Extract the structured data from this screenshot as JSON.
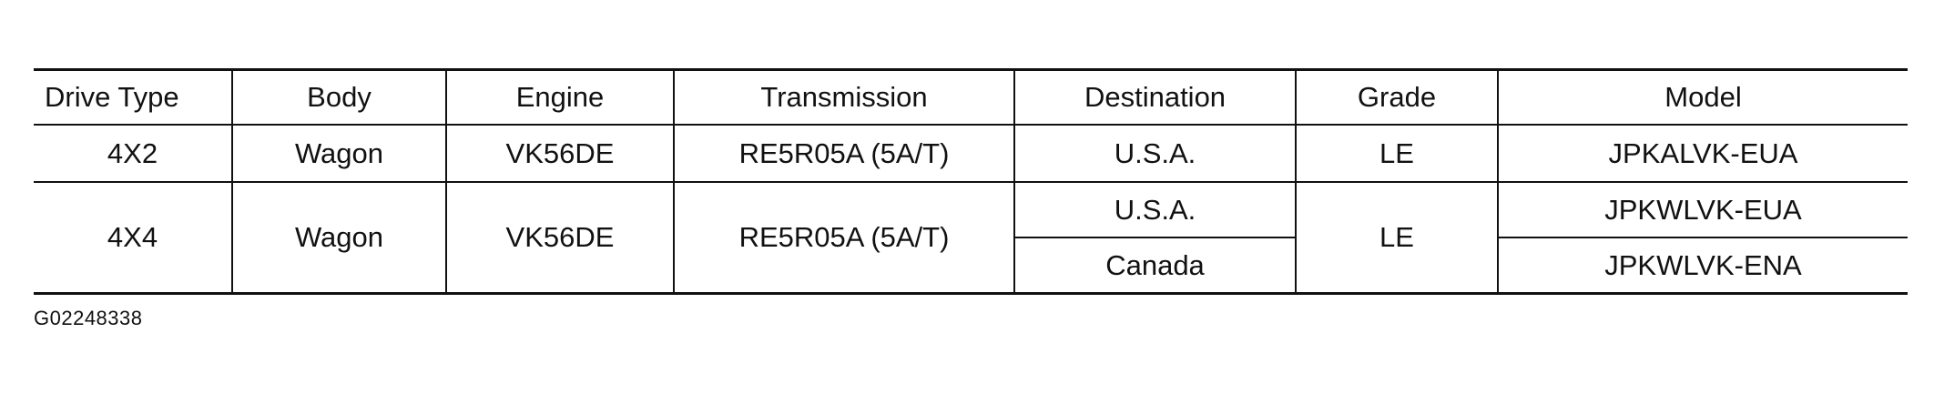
{
  "table": {
    "headers": [
      "Drive Type",
      "Body",
      "Engine",
      "Transmission",
      "Destination",
      "Grade",
      "Model"
    ],
    "rows": [
      {
        "drive_type": "4X2",
        "body": "Wagon",
        "engine": "VK56DE",
        "transmission": "RE5R05A (5A/T)",
        "variants": [
          {
            "destination": "U.S.A.",
            "model": "JPKALVK-EUA"
          }
        ],
        "grade": "LE"
      },
      {
        "drive_type": "4X4",
        "body": "Wagon",
        "engine": "VK56DE",
        "transmission": "RE5R05A (5A/T)",
        "variants": [
          {
            "destination": "U.S.A.",
            "model": "JPKWLVK-EUA"
          },
          {
            "destination": "Canada",
            "model": "JPKWLVK-ENA"
          }
        ],
        "grade": "LE"
      }
    ]
  },
  "figure_code": "G02248338"
}
